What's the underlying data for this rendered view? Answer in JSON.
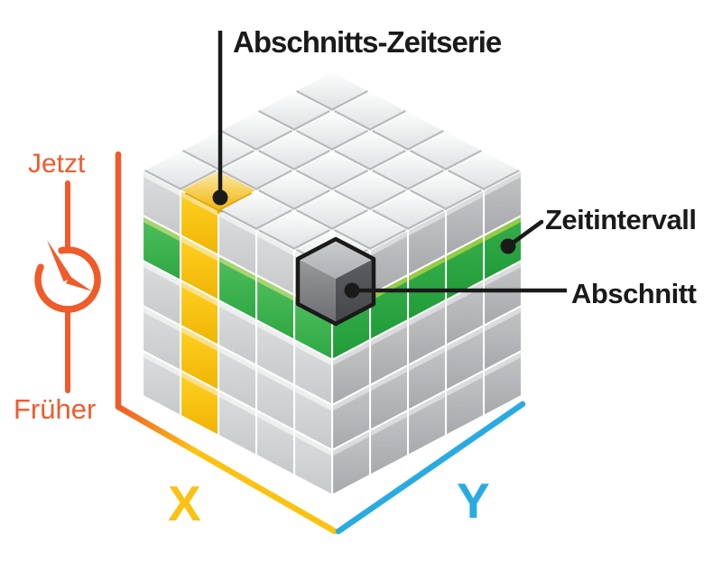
{
  "labels": {
    "series": "Abschnitts-Zeitserie",
    "time_interval": "Zeitintervall",
    "section": "Abschnitt",
    "time_now": "Jetzt",
    "time_earlier": "Früher",
    "axis_x": "X",
    "axis_y": "Y"
  },
  "icons": {
    "time": "clock-icon"
  },
  "cube": {
    "grid_size": 5,
    "highlights": [
      {
        "label": "Abschnitts-Zeitserie",
        "type": "column",
        "color": "#FDC60B"
      },
      {
        "label": "Zeitintervall",
        "type": "layer",
        "color": "#3CB44B"
      },
      {
        "label": "Abschnitt",
        "type": "cell",
        "color": "#58595B"
      }
    ]
  },
  "colors": {
    "background": "#FFFFFF",
    "line": "#1A1A1A",
    "label_text": "#1A1A1A",
    "orange": "#F15A29",
    "axis_yellow": "#FCC211",
    "axis_blue": "#29ABE2",
    "top_face": [
      "#FCFDFD",
      "#DFE1E2"
    ],
    "top_face_edge_shadow": "rgba(125,129,133,0.5)",
    "left_face": [
      "#DBDCDD",
      "#C7C9CB"
    ],
    "left_sliver": "#EDEEEE",
    "right_face": [
      "#C2C4C6",
      "#A7A9AC"
    ],
    "right_sliver": "#DADBDC",
    "yellow_left": [
      "#FFD122",
      "#F0B404"
    ],
    "yellow_sliver": "#FBE089",
    "yellow_top": [
      "#FCEBAE",
      "#F2B60B"
    ],
    "yellow_under": "#DFA509",
    "green_left": [
      "#50BE5D",
      "#2EA844"
    ],
    "green_left_sliver": "#A9D470",
    "green_right": [
      "#35AD4A",
      "#1F9C38"
    ],
    "green_right_sliver": "#96CB43",
    "dark_top": [
      "#CBCDCF",
      "#AEB0B3"
    ],
    "dark_left": [
      "#97999B",
      "#6B6D70"
    ],
    "dark_right": [
      "#5C5E61",
      "#434547"
    ]
  }
}
